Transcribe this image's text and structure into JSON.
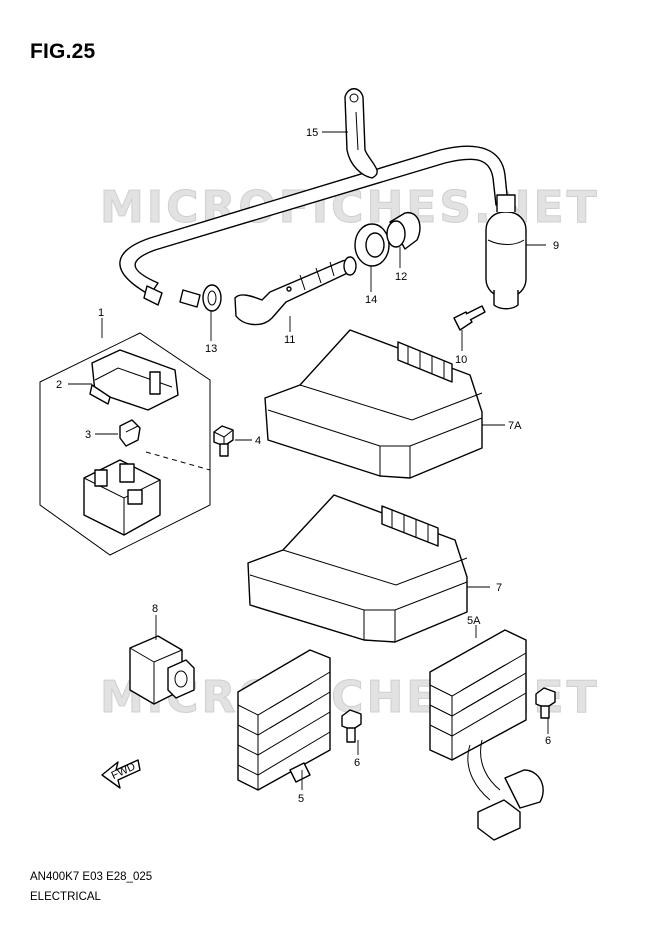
{
  "figure": {
    "title": "FIG.25",
    "code": "AN400K7 E03 E28_025",
    "name": "ELECTRICAL"
  },
  "watermark": "MICROFICHES.NET",
  "callouts": {
    "c1": "1",
    "c2": "2",
    "c3": "3",
    "c4": "4",
    "c5": "5",
    "c5a": "5A",
    "c6a": "6",
    "c6b": "6",
    "c7": "7",
    "c7a": "7A",
    "c8": "8",
    "c9": "9",
    "c10": "10",
    "c11": "11",
    "c12": "12",
    "c13": "13",
    "c14": "14",
    "c15": "15"
  },
  "fwd_label": "FWD"
}
